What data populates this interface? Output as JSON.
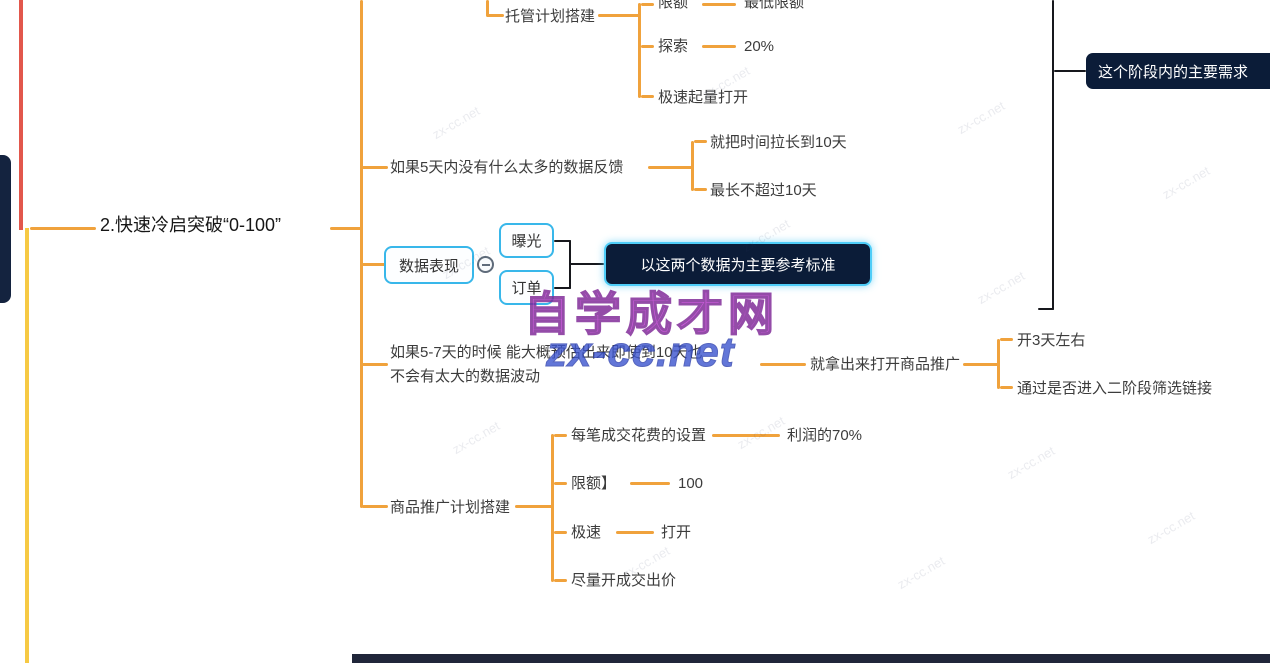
{
  "main_topic": "2.快速冷启突破“0-100”",
  "hosting": {
    "label": "托管计划搭建",
    "limit_label": "限额",
    "limit_value": "最低限额",
    "explore_label": "探索",
    "explore_value": "20%",
    "quick_open": "极速起量打开"
  },
  "feedback": {
    "label": "如果5天内没有什么太多的数据反馈",
    "extend": "就把时间拉长到10天",
    "max": "最长不超过10天"
  },
  "data_perf": {
    "label": "数据表现",
    "exposure": "曝光",
    "order": "订单",
    "note": "以这两个数据为主要参考标准"
  },
  "estimate": {
    "line1": "如果5-7天的时候 能大概预估出来即使到10天也",
    "line2": "不会有太大的数据波动",
    "action": "就拿出来打开商品推广",
    "days": "开3天左右",
    "filter": "通过是否进入二阶段筛选链接"
  },
  "promo": {
    "label": "商品推广计划搭建",
    "cost_label": "每笔成交花费的设置",
    "cost_value": "利润的70%",
    "limit_label": "限额】",
    "limit_value": "100",
    "speed_label": "极速",
    "speed_value": "打开",
    "bid": "尽量开成交出价"
  },
  "stage": {
    "note": "这个阶段内的主要需求"
  },
  "watermark": {
    "site_name": "自学成才网",
    "site_url": "zx-cc.net",
    "faint": "zx-cc.net"
  },
  "colors": {
    "branch_orange": "#f0a23c",
    "box_cyan": "#38b7ea",
    "navy": "#0b1c38",
    "red_line": "#e2574c",
    "yellow_line": "#f6c944",
    "wm_purple": "#c238d4",
    "wm_blue": "#3c55cf"
  }
}
